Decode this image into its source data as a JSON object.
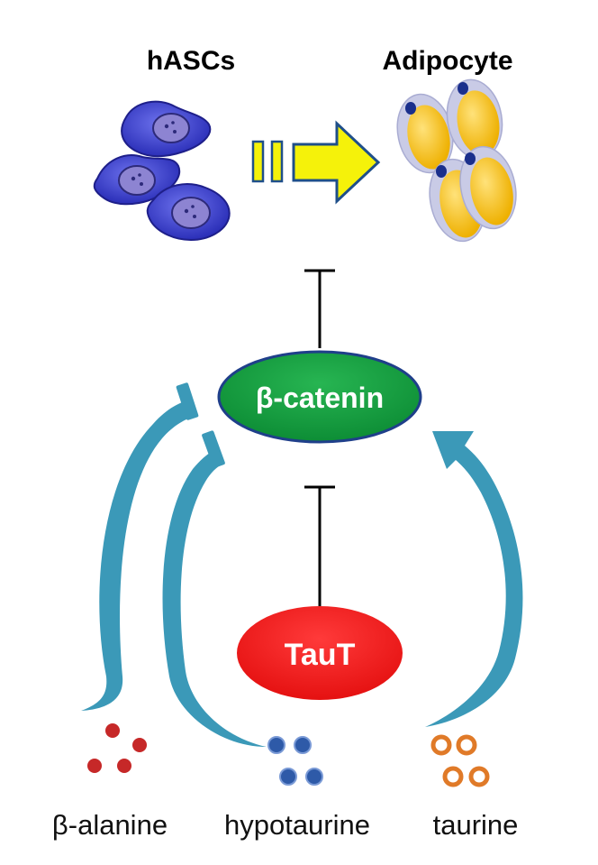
{
  "labels": {
    "stem_cells": "hASCs",
    "adipocyte": "Adipocyte",
    "beta_catenin": "β-catenin",
    "taut": "TauT",
    "beta_alanine": "β-alanine",
    "hypotaurine": "hypotaurine",
    "taurine": "taurine"
  },
  "colors": {
    "stem_cell_fill": "#3b3fd4",
    "stem_cell_nucleus": "#8a7fd0",
    "arrow_fill": "#f5f20a",
    "arrow_stroke": "#1f4f8a",
    "adipocyte_outer": "#c9cbe6",
    "adipocyte_fat": "#f2bd0c",
    "adipocyte_nucleus": "#1a2f8c",
    "beta_catenin_fill": "#0f9a3c",
    "taut_fill": "#ef1a1a",
    "curved_arrow": "#3b99b8",
    "beta_alanine_dot": "#c62828",
    "hypotaurine_dot": "#3a5fa8",
    "taurine_dot": "#e07a28",
    "inhibit_line": "#000000"
  }
}
